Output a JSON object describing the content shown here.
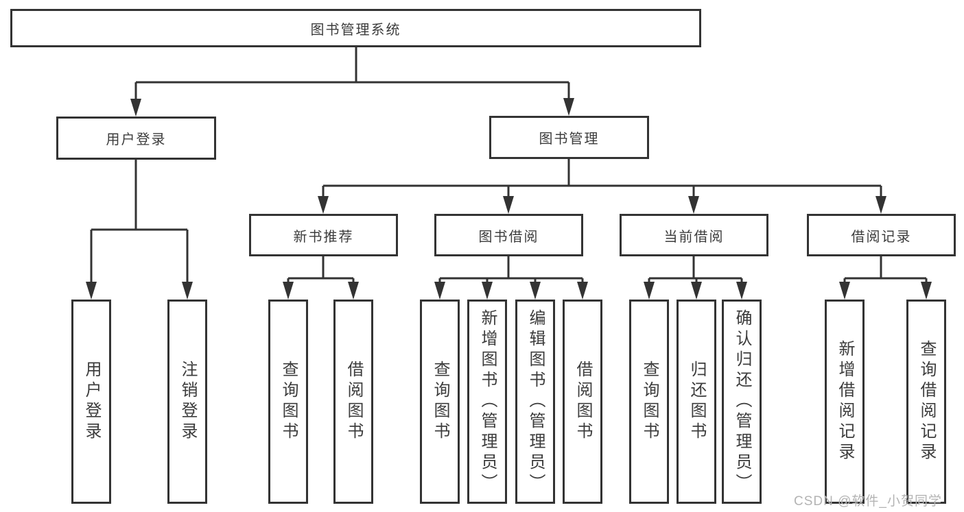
{
  "tree": {
    "label": "图书管理系统",
    "children": [
      {
        "label": "用户登录",
        "children": [
          {
            "label": "用户登录"
          },
          {
            "label": "注销登录"
          }
        ]
      },
      {
        "label": "图书管理",
        "children": [
          {
            "label": "新书推荐",
            "children": [
              {
                "label": "查询图书"
              },
              {
                "label": "借阅图书"
              }
            ]
          },
          {
            "label": "图书借阅",
            "children": [
              {
                "label": "查询图书"
              },
              {
                "label": "新增图书（管理员）"
              },
              {
                "label": "编辑图书（管理员）"
              },
              {
                "label": "借阅图书"
              }
            ]
          },
          {
            "label": "当前借阅",
            "children": [
              {
                "label": "查询图书"
              },
              {
                "label": "归还图书"
              },
              {
                "label": "确认归还（管理员）"
              }
            ]
          },
          {
            "label": "借阅记录",
            "children": [
              {
                "label": "新增借阅记录"
              },
              {
                "label": "查询借阅记录"
              }
            ]
          }
        ]
      }
    ]
  },
  "watermark": "CSDN @软件_小贺同学",
  "colors": {
    "line": "#333333",
    "text": "#3c3c3c",
    "watermark": "#b3b3b3",
    "background": "#ffffff"
  }
}
